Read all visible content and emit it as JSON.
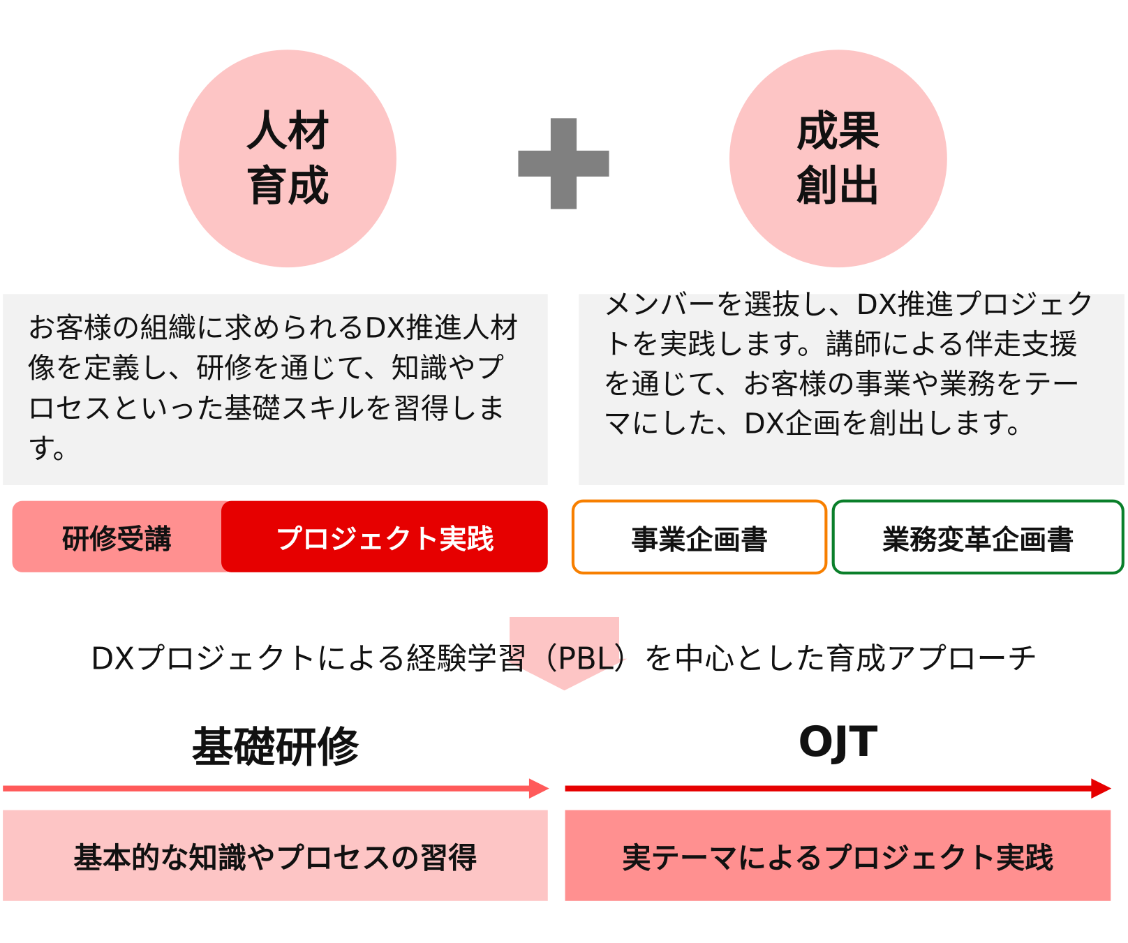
{
  "left": {
    "circle": "人材\n育成",
    "description": "お客様の組織に求められるDX推進人材像を定義し、研修を通じて、知識やプロセスといった基礎スキルを習得します。",
    "tags": [
      "研修受講",
      "プロジェクト実践"
    ],
    "phase_title": "基礎研修",
    "phase_box": "基本的な知識やプロセスの習得"
  },
  "right": {
    "circle": "成果\n創出",
    "description": "メンバーを選抜し、DX推進プロジェクトを実践します。講師による伴走支援を通じて、お客様の事業や業務をテーマにした、DX企画を創出します。",
    "tags": [
      "事業企画書",
      "業務変革企画書"
    ],
    "phase_title": "OJT",
    "phase_box": "実テーマによるプロジェクト実践"
  },
  "approach": "DXプロジェクトによる経験学習（PBL）を中心とした育成アプローチ",
  "colors": {
    "circle": "#fdc5c5",
    "plus": "#808080",
    "red": "#e60000",
    "light_red": "#ff9090",
    "pink_box": "#fdc5c5",
    "orange": "#f77f00",
    "green": "#0a7f2a",
    "arrow_left": "#ff5a5a"
  }
}
